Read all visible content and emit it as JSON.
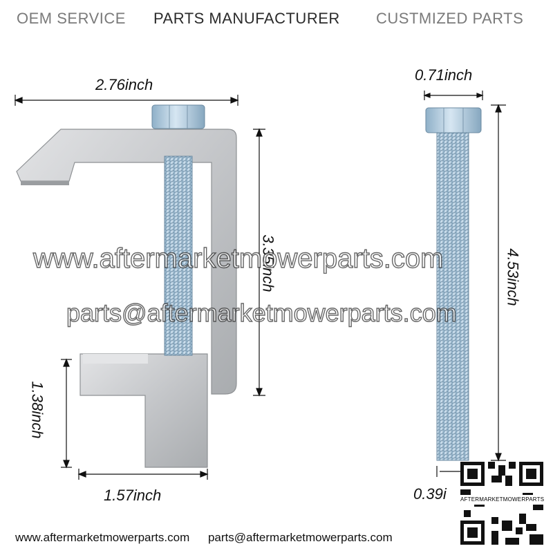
{
  "banner": {
    "item1": "OEM SERVICE",
    "item2": "PARTS MANUFACTURER",
    "item3": "CUSTMIZED PARTS"
  },
  "dimensions": {
    "clamp_width": "2.76inch",
    "clamp_height": "3.35inch",
    "clamp_foot_height": "1.38inch",
    "clamp_foot_width": "1.57inch",
    "bolt_head_width": "0.71inch",
    "bolt_length": "4.53inch",
    "bolt_diameter": "0.39i"
  },
  "watermark": {
    "url": "www.aftermarketmowerparts.com",
    "email": "parts@aftermarketmowerparts.com"
  },
  "footer": {
    "url": "www.aftermarketmowerparts.com",
    "email": "parts@aftermarketmowerparts.com"
  },
  "qr": {
    "label": "AFTERMARKETMOWERPARTS"
  },
  "colors": {
    "metal": "#c9cbcd",
    "metal_dark": "#9ea1a4",
    "bolt": "#aac6dc",
    "bolt_dark": "#7f9fb8"
  }
}
